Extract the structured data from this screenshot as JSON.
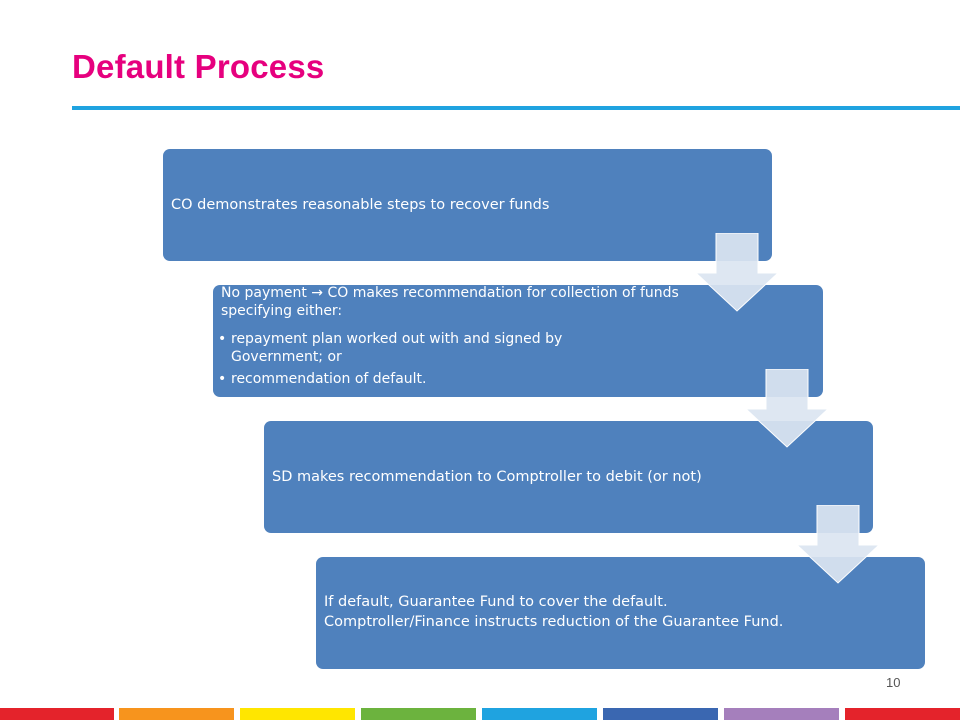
{
  "slide": {
    "title": "Default Process",
    "page_number": "10"
  },
  "steps": {
    "step1": "CO demonstrates reasonable steps to recover funds",
    "step2_lead": "No payment → CO makes recommendation for collection of funds specifying either:",
    "step2_bullets": [
      "repayment plan worked out with and signed by Government; or",
      "recommendation of default."
    ],
    "step3": "SD makes recommendation to Comptroller to debit (or not)",
    "step4": "If default, Guarantee Fund to cover the default. Comptroller/Finance instructs reduction of the Guarantee Fund."
  },
  "colors": {
    "title": "#e6007e",
    "rule": "#1fa3e0",
    "box": "#4f81bd",
    "arrow": "#dbe5f1",
    "footer": [
      "#e4232b",
      "#f7941d",
      "#ffe600",
      "#6cb33e",
      "#1fa3e0",
      "#3a67b1",
      "#a57fbc",
      "#e4232b"
    ]
  }
}
